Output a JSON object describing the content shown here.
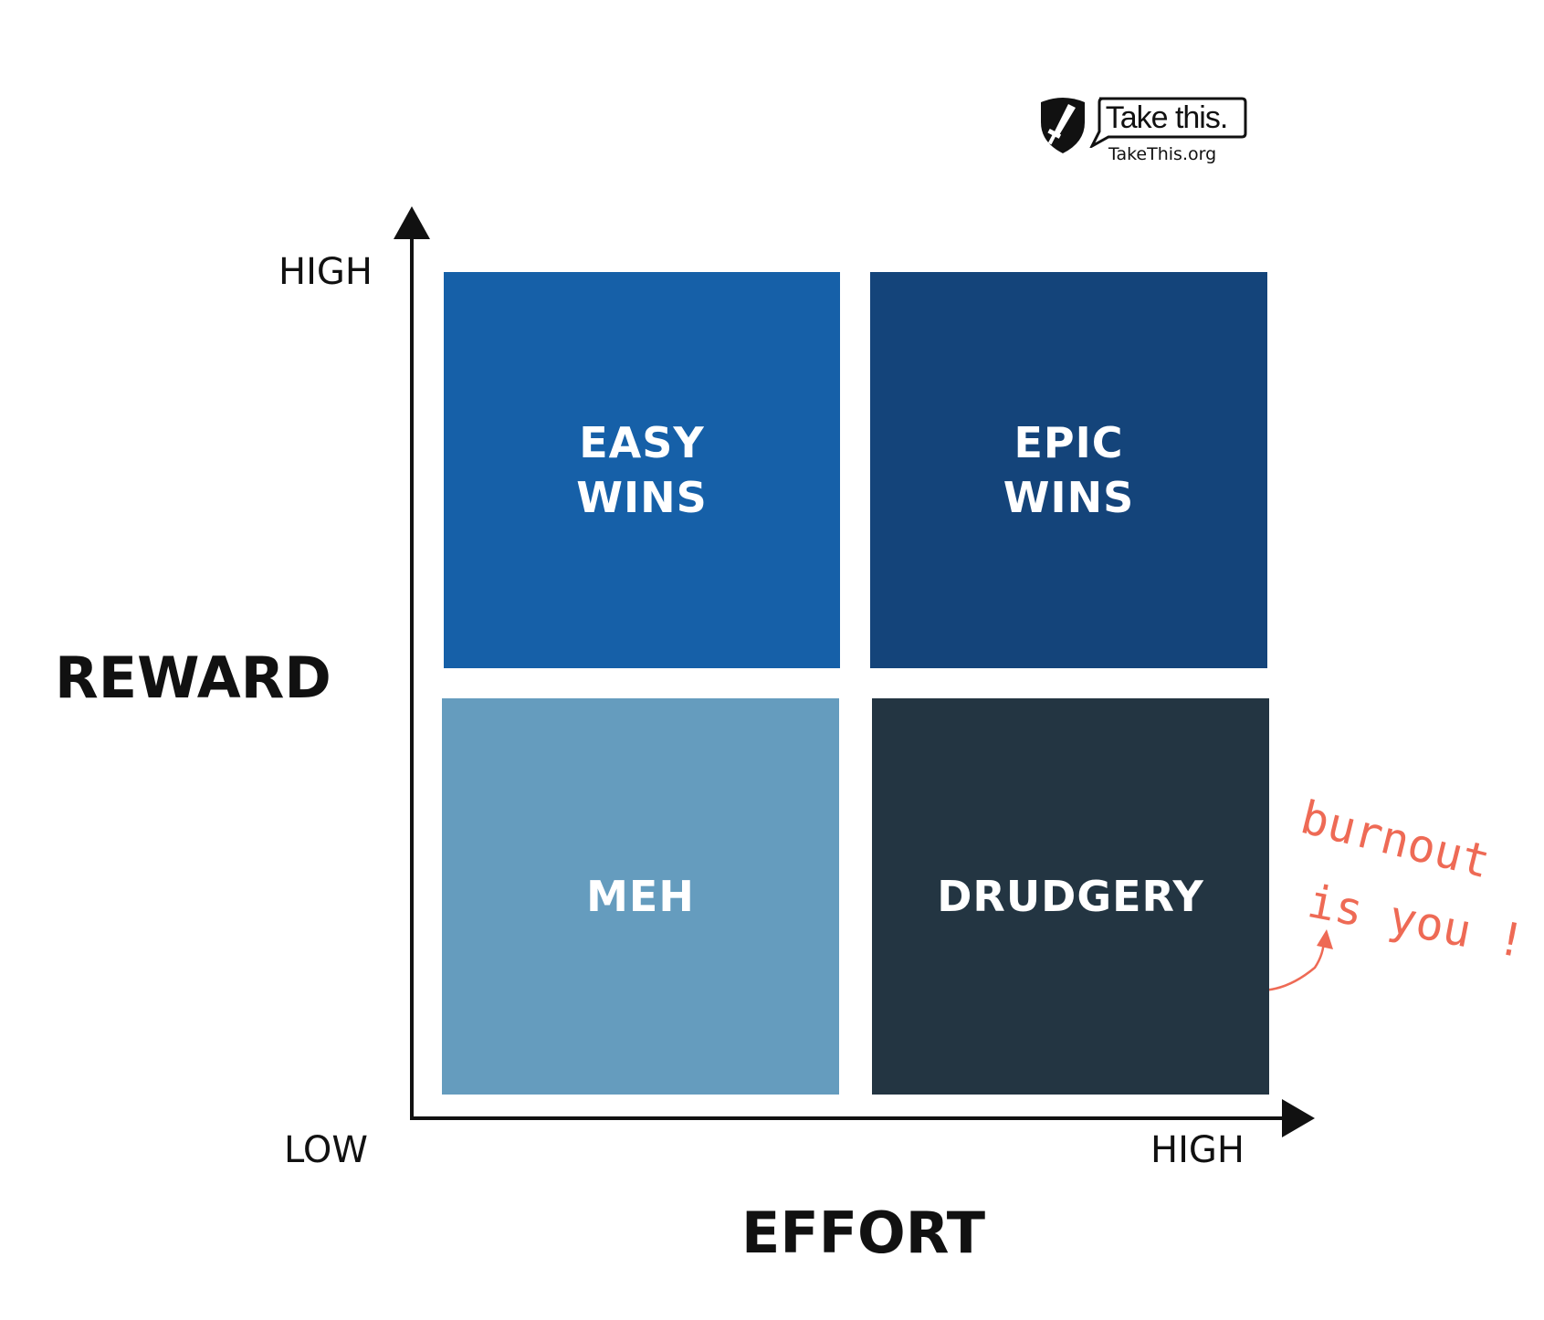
{
  "logo": {
    "wordmark": "Take this.",
    "url": "TakeThis.org"
  },
  "y_axis": {
    "title": "REWARD",
    "high_label": "HIGH"
  },
  "x_axis": {
    "title": "EFFORT",
    "low_label": "LOW",
    "high_label": "HIGH"
  },
  "quadrants": {
    "top_left": {
      "line1": "EASY",
      "line2": "WINS",
      "color": "#1660a8"
    },
    "top_right": {
      "line1": "EPIC",
      "line2": "WINS",
      "color": "#14447a"
    },
    "bottom_left": {
      "line1": "MEH",
      "color": "#659cbe"
    },
    "bottom_right": {
      "line1": "DRUDGERY",
      "color": "#233542"
    }
  },
  "annotation": {
    "line1": "burnout",
    "line2": "is you !",
    "color": "#ee6a55"
  },
  "colors": {
    "axis": "#111111",
    "background": "#ffffff"
  }
}
